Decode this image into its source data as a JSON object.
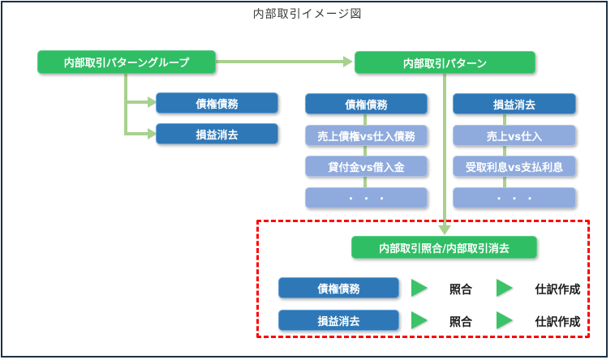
{
  "title": "内部取引イメージ図",
  "colors": {
    "node_green": "#2fbe64",
    "node_dark_blue": "#2e78b8",
    "node_light_blue": "#8faadc",
    "connector_green": "#a9d18e",
    "flow_arrow_green": "#3bc368",
    "highlight_red": "#ff0000",
    "frame_border": "#1d3043"
  },
  "nodes": {
    "pattern_group": "内部取引パターングループ",
    "pattern": "内部取引パターン",
    "reconcile": "内部取引照合/内部取引消去"
  },
  "group_children": [
    {
      "label": "債権債務"
    },
    {
      "label": "損益消去"
    }
  ],
  "pattern_columns": [
    {
      "header": "債権債務",
      "items": [
        {
          "label": "売上債権vs仕入債務"
        },
        {
          "label": "貸付金vs借入金"
        },
        {
          "label": "・・・"
        }
      ]
    },
    {
      "header": "損益消去",
      "items": [
        {
          "label": "売上vs仕入"
        },
        {
          "label": "受取利息vs支払利息"
        },
        {
          "label": "・・・"
        }
      ]
    }
  ],
  "process_rows": [
    {
      "label": "債権債務",
      "step1": "照合",
      "step2": "仕訳作成"
    },
    {
      "label": "損益消去",
      "step1": "照合",
      "step2": "仕訳作成"
    }
  ]
}
